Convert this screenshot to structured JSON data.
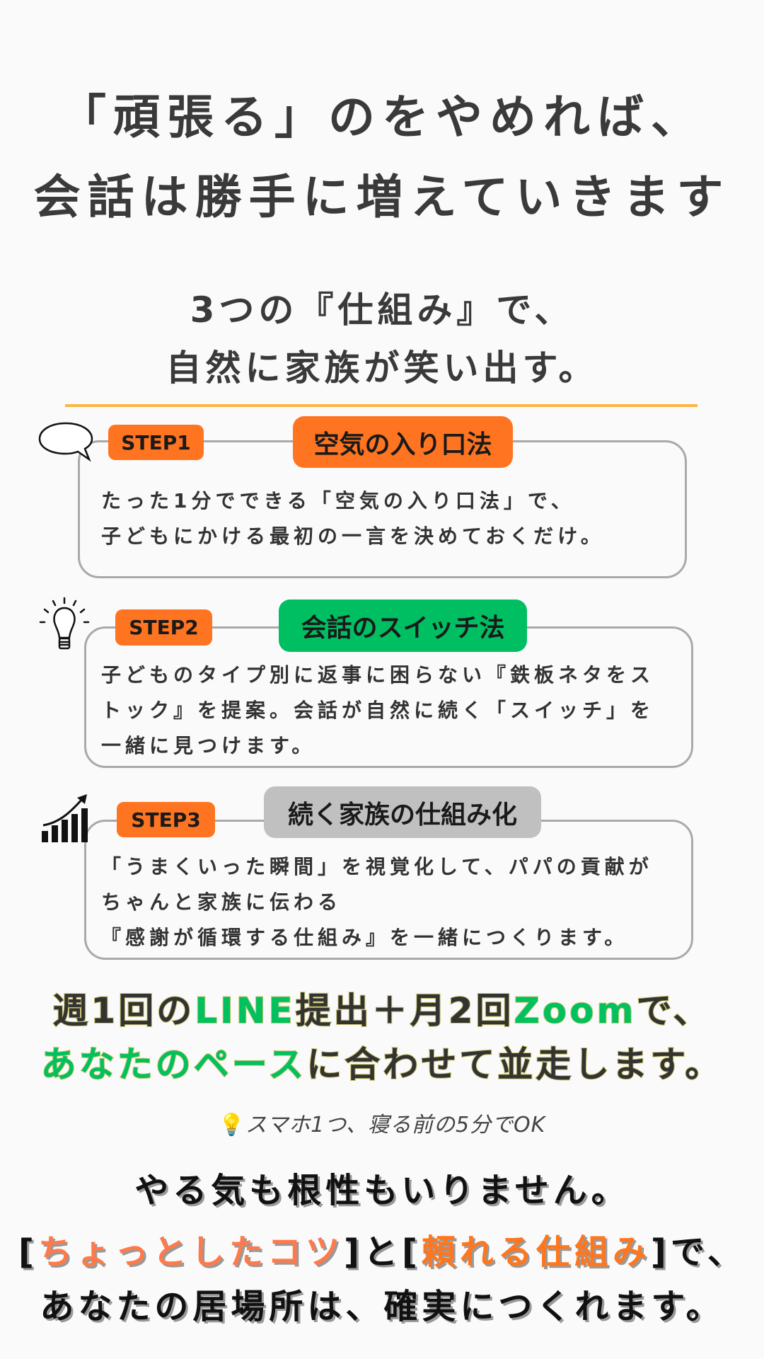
{
  "headline": {
    "line1": "「頑張る」のをやめれば、",
    "line2": "会話は勝手に増えていきます"
  },
  "subheadline": {
    "line1": "3つの『仕組み』で、",
    "line2": "自然に家族が笑い出す。"
  },
  "steps": [
    {
      "icon": "speech-bubble-icon",
      "label": "STEP1",
      "title": "空気の入り口法",
      "title_color": "#ff7420",
      "lines": [
        "たった1分でできる「空気の入り口法」で、",
        "子どもにかける最初の一言を決めておくだけ。"
      ]
    },
    {
      "icon": "lightbulb-icon",
      "label": "STEP2",
      "title": "会話のスイッチ法",
      "title_color": "#00bf63",
      "lines": [
        "子どものタイプ別に返事に困らない『鉄板ネタをス",
        "トック』を提案。会話が自然に続く「スイッチ」を",
        "一緒に見つけます。"
      ]
    },
    {
      "icon": "growth-chart-icon",
      "label": "STEP3",
      "title": "続く家族の仕組み化",
      "title_color": "#c0c0c0",
      "lines": [
        "「うまくいった瞬間」を視覚化して、パパの貢献が",
        "ちゃんと家族に伝わる",
        "『感謝が循環する仕組み』を一緒につくります。"
      ]
    }
  ],
  "promo": {
    "line1": [
      "週1回の",
      "LINE",
      "提出＋月2回",
      "Zoom",
      "で、"
    ],
    "line2": [
      "あなたのペース",
      "に合わせて並走します。"
    ]
  },
  "note": {
    "icon": "lightbulb-emoji-icon",
    "text": "スマホ1つ、寝る前の5分でOK"
  },
  "closing": {
    "line1": "やる気も根性もいりません。",
    "line2": [
      "[",
      "ちょっとしたコツ",
      "]と[",
      "頼れる仕組み",
      "]で、"
    ],
    "line3": "あなたの居場所は、確実につくれます。"
  },
  "colors": {
    "orange": "#ff7420",
    "green": "#00bf63",
    "gray": "#c0c0c0",
    "rule": "#fbb545"
  }
}
